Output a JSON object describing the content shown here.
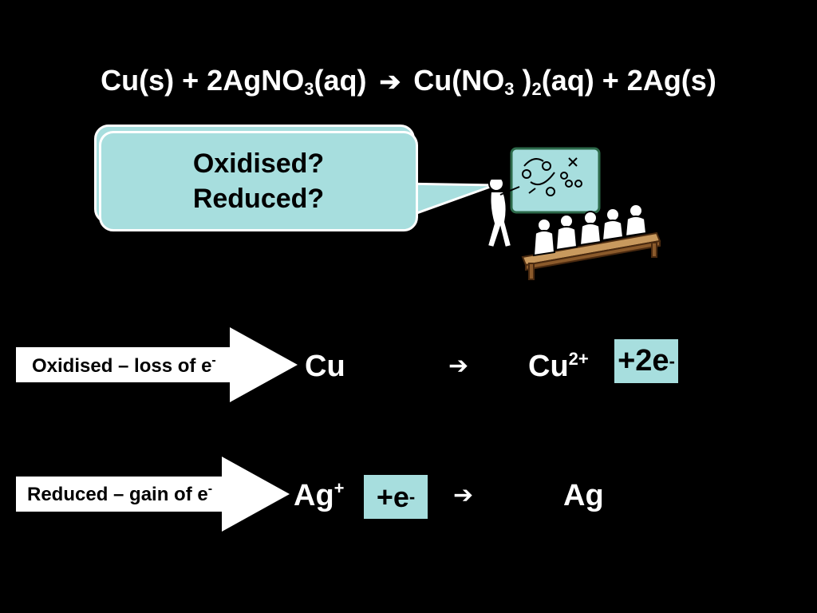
{
  "equation": {
    "part1": "Cu(s) + 2AgNO",
    "sub1": "3",
    "part2": "(aq)",
    "arrow": "➔",
    "part3": "Cu(NO",
    "sub2": "3",
    "part4": " )",
    "sub3": "2",
    "part5": "(aq) + 2Ag(s)"
  },
  "bubble": {
    "line1": "Oxidised?",
    "line2": "Reduced?"
  },
  "oxidation": {
    "label": "Oxidised – loss of e",
    "label_sup": "-",
    "reactant": "Cu",
    "arrow": "➔",
    "product": "Cu",
    "product_sup": "2+",
    "electrons": "+2e",
    "electrons_sup": "-"
  },
  "reduction": {
    "label": "Reduced – gain of e",
    "label_sup": "-",
    "reactant": "Ag",
    "reactant_sup": "+",
    "electrons": "+e",
    "electrons_sup": "-",
    "arrow": "➔",
    "product": "Ag"
  },
  "colors": {
    "background": "#000000",
    "text": "#ffffff",
    "accent_box": "#a7dede"
  },
  "icons": {
    "classroom": "teacher-with-students-clipart-icon"
  }
}
